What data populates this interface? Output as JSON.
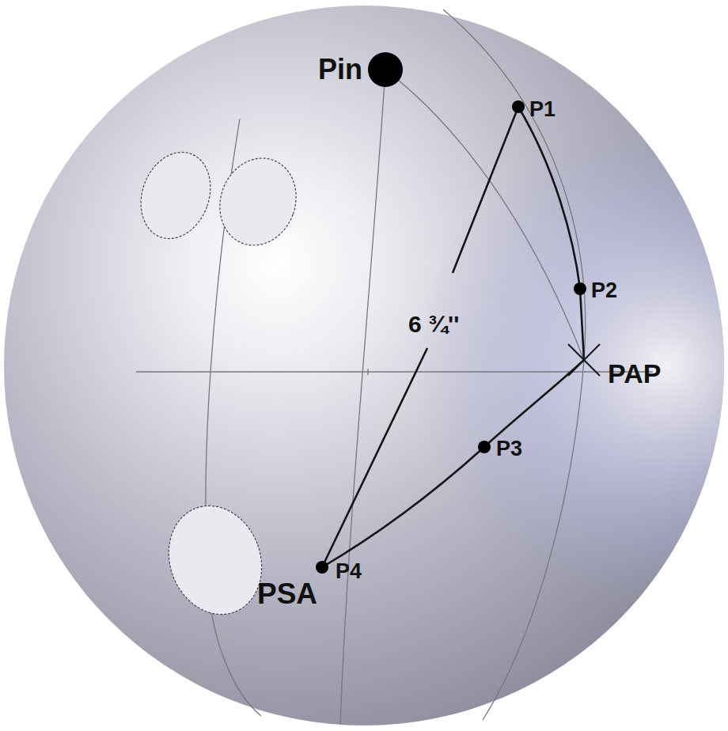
{
  "diagram": {
    "labels": [
      "Pin",
      "P1",
      "P2",
      "PAP",
      "6 ¾''",
      "P3",
      "P4",
      "PSA"
    ]
  }
}
